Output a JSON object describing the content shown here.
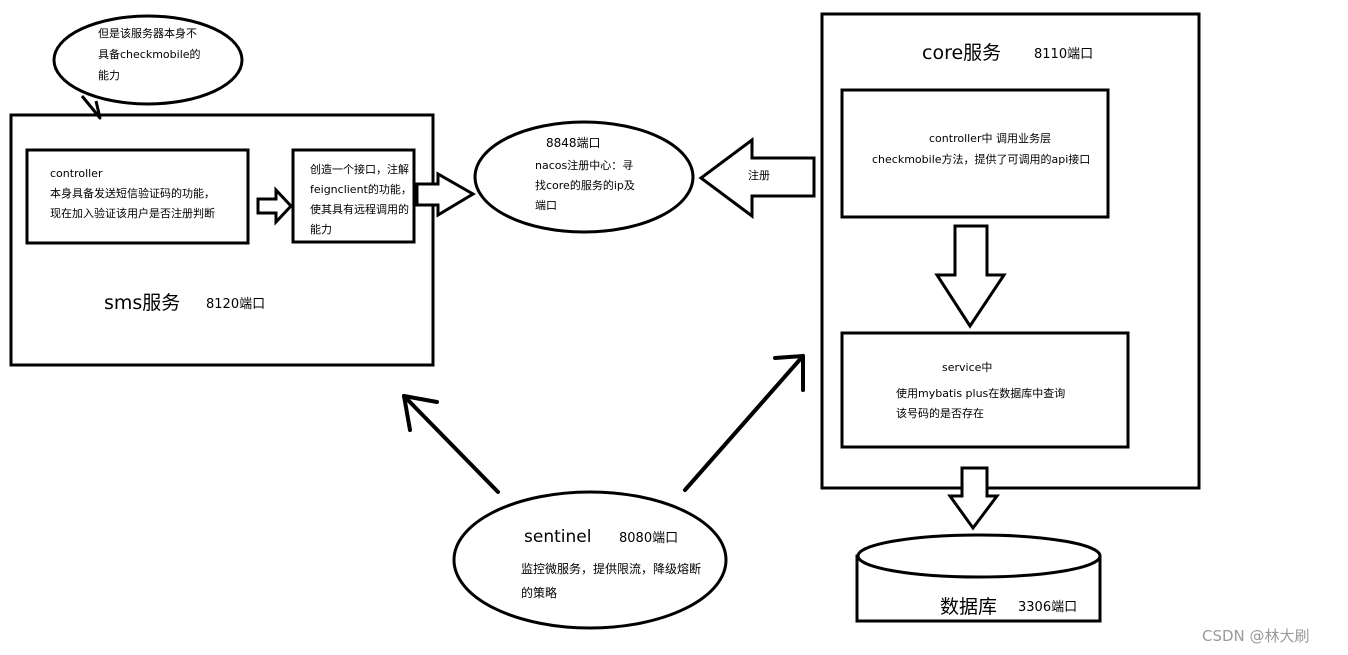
{
  "bubble": {
    "line1": "但是该服务器本身不",
    "line2": "具备checkmobile的",
    "line3": "能力"
  },
  "sms": {
    "title": "sms服务",
    "port": "8120端口",
    "controller": {
      "label": "controller",
      "line1": "本身具备发送短信验证码的功能，",
      "line2": "现在加入验证该用户是否注册判断"
    },
    "interface": {
      "line1": "创造一个接口，注解",
      "line2": "feignclient的功能，",
      "line3": "使其具有远程调用的",
      "line4": "能力"
    }
  },
  "nacos": {
    "port": "8848端口",
    "line1": "nacos注册中心：寻",
    "line2": "找core的服务的ip及",
    "line3": "端口"
  },
  "register_label": "注册",
  "core": {
    "title": "core服务",
    "port": "8110端口",
    "controller": {
      "line1": "controller中   调用业务层",
      "line2": "checkmobile方法，提供了可调用的api接口"
    },
    "service": {
      "line1": "service中",
      "line2": "使用mybatis plus在数据库中查询",
      "line3": "该号码的是否存在"
    }
  },
  "database": {
    "title": "数据库",
    "port": "3306端口"
  },
  "sentinel": {
    "title": "sentinel",
    "port": "8080端口",
    "line1": "监控微服务，提供限流，降级熔断",
    "line2": "的策略"
  },
  "watermark": "CSDN @林大刷"
}
